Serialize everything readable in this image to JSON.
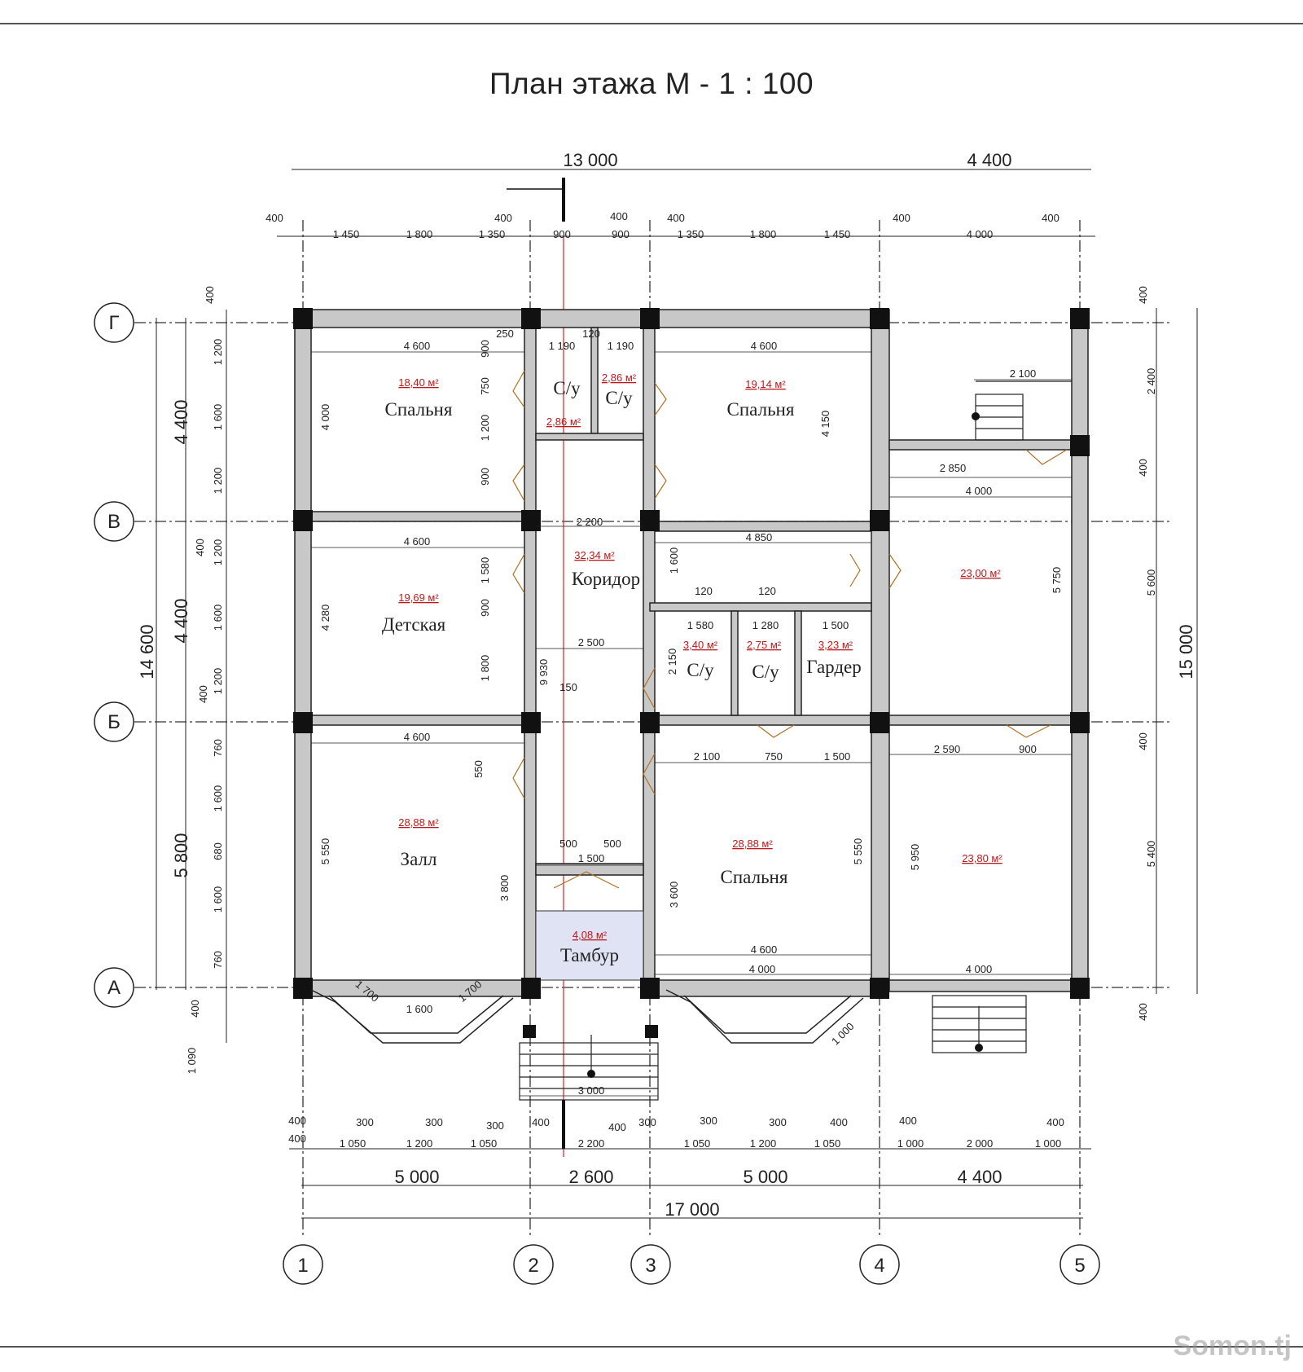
{
  "title": "План этажа М - 1 : 100",
  "watermark": "Somon.tj",
  "rooms": [
    {
      "name": "Спальня",
      "area": "18,40 м²"
    },
    {
      "name": "С/у",
      "area": "2,86 м²"
    },
    {
      "name": "С/у",
      "area": "2,86 м²"
    },
    {
      "name": "Спальня",
      "area": "19,14 м²"
    },
    {
      "name": "Коридор",
      "area": "32,34 м²"
    },
    {
      "name": "Детская",
      "area": "19,69 м²"
    },
    {
      "name": "С/у",
      "area": "3,40 м²"
    },
    {
      "name": "С/у",
      "area": "2,75 м²"
    },
    {
      "name": "Гардер",
      "area": "3,23 м²"
    },
    {
      "name": "",
      "area": "23,00 м²"
    },
    {
      "name": "Залл",
      "area": "28,88 м²"
    },
    {
      "name": "Спальня",
      "area": "28,88 м²"
    },
    {
      "name": "",
      "area": "23,80 м²"
    },
    {
      "name": "Тамбур",
      "area": "4,08 м²"
    }
  ],
  "axes_letters": [
    "Г",
    "В",
    "Б",
    "А"
  ],
  "axes_numbers": [
    "1",
    "2",
    "3",
    "4",
    "5"
  ],
  "dims_top_overall": [
    "13 000",
    "4 400"
  ],
  "dims_top_detail": [
    "400",
    "1 450",
    "1 800",
    "1 350",
    "400",
    "900",
    "400",
    "900",
    "400",
    "1 350",
    "1 800",
    "1 450",
    "400",
    "4 000",
    "400"
  ],
  "dims_bottom_axes": [
    "5 000",
    "2 600",
    "5 000",
    "4 400"
  ],
  "dims_bottom_total": "17 000",
  "dims_bottom_detail": [
    "400",
    "400",
    "300",
    "1 050",
    "300",
    "1 200",
    "300",
    "1 050",
    "400",
    "2 200",
    "400",
    "300",
    "1 050",
    "300",
    "1 200",
    "300",
    "1 050",
    "400",
    "400",
    "1 000",
    "2 000",
    "1 000",
    "400"
  ],
  "dims_left_outer": [
    "4 400",
    "4 400",
    "5 800"
  ],
  "dims_left_total": "14 600",
  "dims_left_detail": [
    "400",
    "1 200",
    "1 600",
    "1 200",
    "400",
    "1 200",
    "1 600",
    "1 200",
    "400",
    "760",
    "1 600",
    "680",
    "1 600",
    "760",
    "400",
    "1 090"
  ],
  "dims_right_total": "15 000",
  "dims_right_detail": [
    "400",
    "2 400",
    "400",
    "5 600",
    "400",
    "5 400",
    "400"
  ],
  "interior_dims": [
    "4 600",
    "4 600",
    "4 600",
    "4 600",
    "4 600",
    "4 000",
    "2 200",
    "2 500",
    "2 850",
    "4 000",
    "4 850",
    "2 100",
    "750",
    "1 500",
    "2 590",
    "900",
    "4 000",
    "1 600",
    "1 500",
    "3 000",
    "1 190",
    "1 190",
    "250",
    "120",
    "1 580",
    "1 280",
    "1 500",
    "120",
    "120",
    "900",
    "750",
    "1 200",
    "900",
    "1 580",
    "900",
    "1 800",
    "4 000",
    "4 280",
    "5 550",
    "5 550",
    "5 950",
    "5 750",
    "4 150",
    "3 800",
    "3 600",
    "2 150",
    "1 600",
    "1 700",
    "1 700",
    "1 000",
    "9 930",
    "150",
    "550",
    "500",
    "500",
    "2 100"
  ]
}
